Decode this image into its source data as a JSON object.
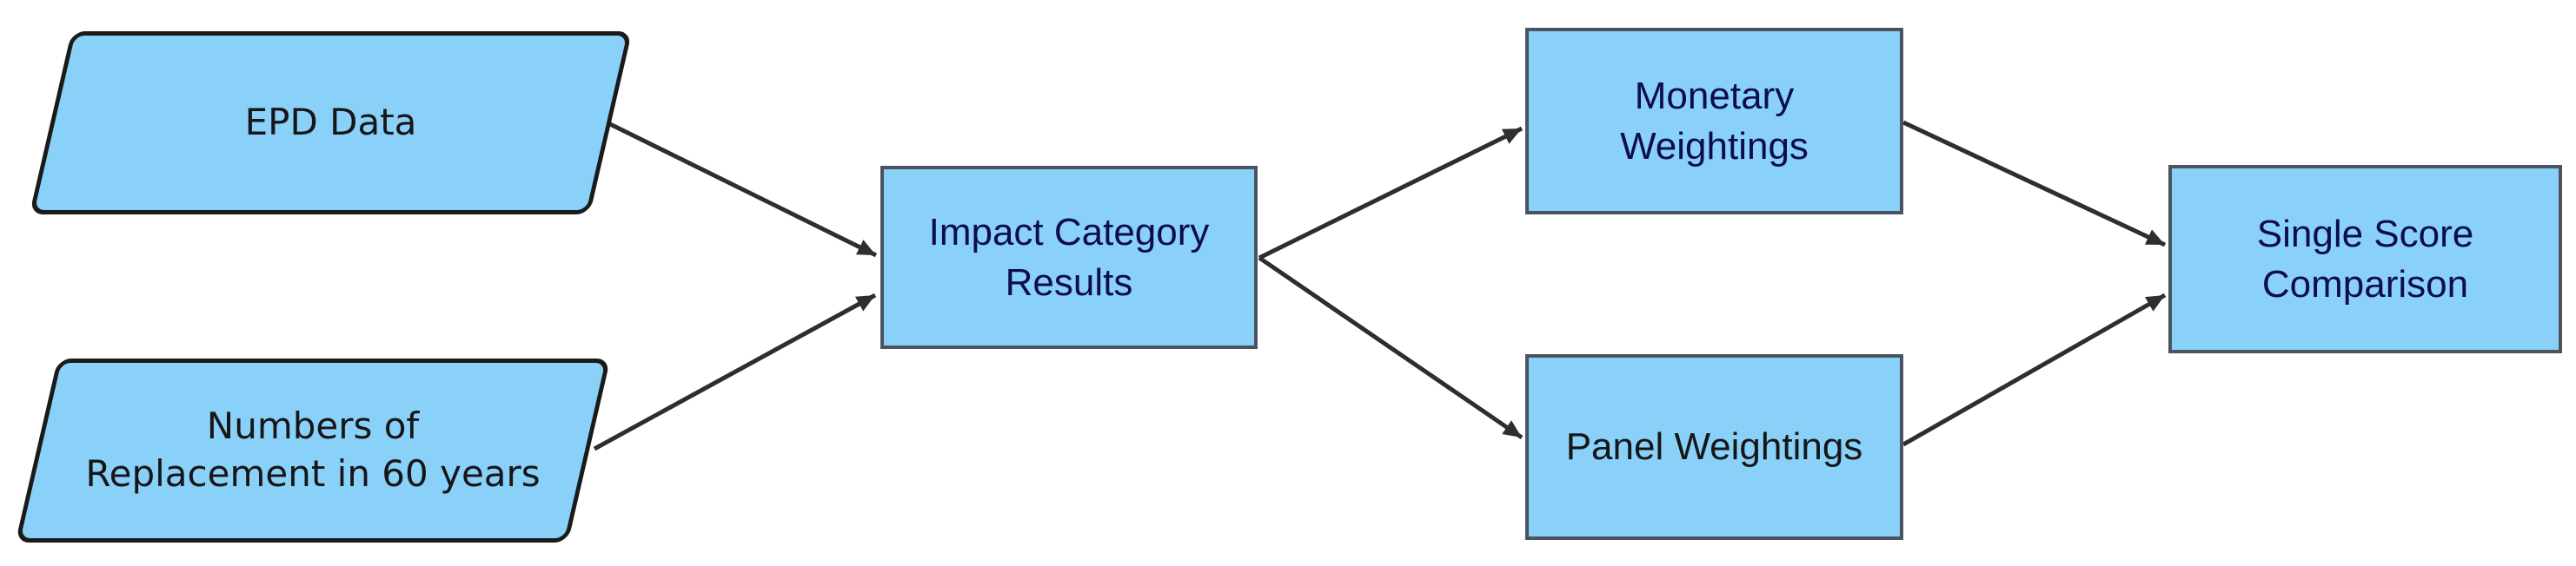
{
  "diagram": {
    "type": "flowchart",
    "direction": "left-to-right",
    "nodes": {
      "epd_data": {
        "label": "EPD Data",
        "shape": "parallelogram"
      },
      "replacements": {
        "label": "Numbers of\nReplacement in 60 years",
        "shape": "parallelogram"
      },
      "impact_results": {
        "label": "Impact Category\nResults",
        "shape": "rectangle"
      },
      "monetary_weightings": {
        "label": "Monetary\nWeightings",
        "shape": "rectangle"
      },
      "panel_weightings": {
        "label": "Panel Weightings",
        "shape": "rectangle"
      },
      "single_score": {
        "label": "Single Score\nComparison",
        "shape": "rectangle"
      }
    },
    "edges": [
      {
        "from": "epd_data",
        "to": "impact_results"
      },
      {
        "from": "replacements",
        "to": "impact_results"
      },
      {
        "from": "impact_results",
        "to": "monetary_weightings"
      },
      {
        "from": "impact_results",
        "to": "panel_weightings"
      },
      {
        "from": "monetary_weightings",
        "to": "single_score"
      },
      {
        "from": "panel_weightings",
        "to": "single_score"
      }
    ],
    "colors": {
      "background": "#ffffff",
      "node-fill": "#8ad1fa",
      "parallelogram-border": "#1a1a1a",
      "rect-border": "#4b545e",
      "edge": "#2e2e2e",
      "text-dark": "#161616",
      "text-navy": "#0d0d4d"
    }
  }
}
